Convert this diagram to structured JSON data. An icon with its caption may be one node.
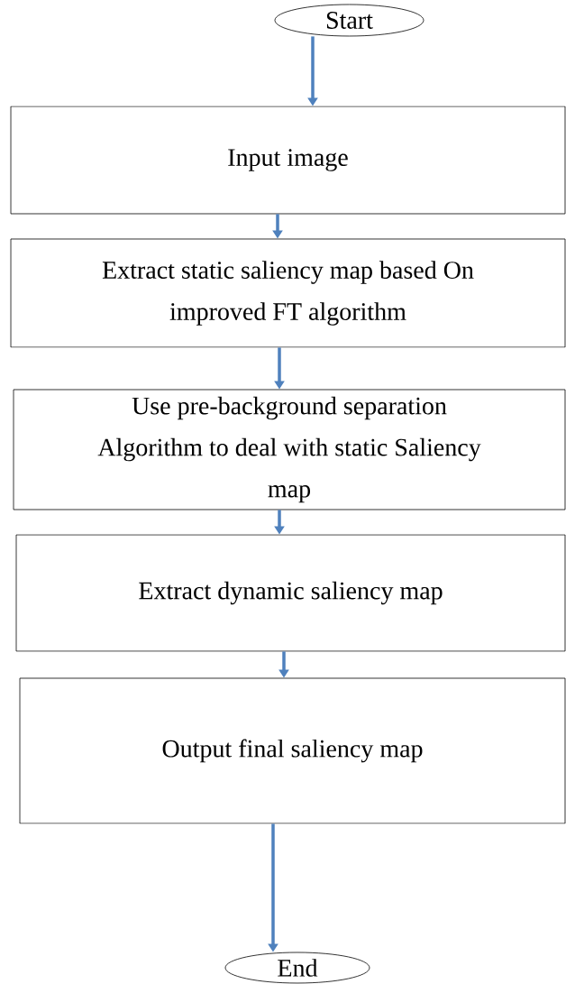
{
  "diagram": {
    "nodes": [
      {
        "text": [
          "Start"
        ]
      },
      {
        "text": [
          "Input image"
        ]
      },
      {
        "text": [
          "Extract static saliency map based On improved FT algorithm"
        ]
      },
      {
        "text": [
          "Use pre-background separation Algorithm to deal with static Saliency map"
        ]
      },
      {
        "text": [
          "Extract dynamic saliency map"
        ]
      },
      {
        "text": [
          "Output final saliency map"
        ]
      },
      {
        "text": [
          "End"
        ]
      }
    ],
    "edges": [
      {
        "from": 0,
        "to": 1,
        "arrow": "to"
      },
      {
        "from": 1,
        "to": 2,
        "arrow": "to"
      },
      {
        "from": 2,
        "to": 3,
        "arrow": "to"
      },
      {
        "from": 3,
        "to": 4,
        "arrow": "to"
      },
      {
        "from": 4,
        "to": 5,
        "arrow": "to"
      },
      {
        "from": 5,
        "to": 6,
        "arrow": "to"
      }
    ]
  }
}
